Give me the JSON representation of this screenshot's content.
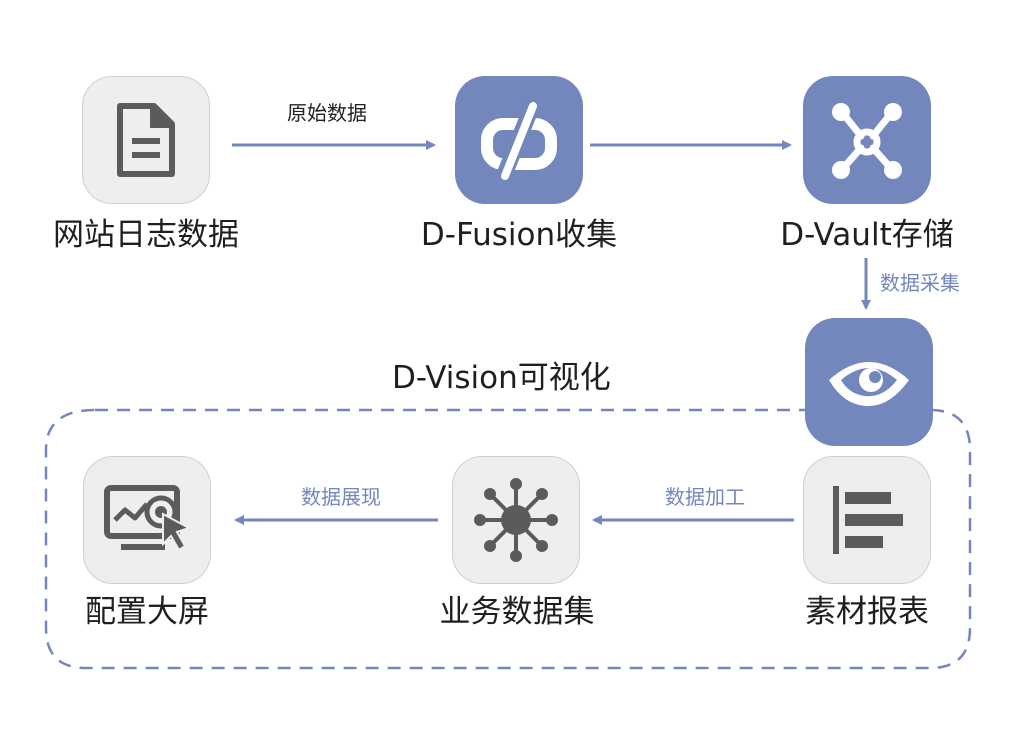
{
  "nodes": {
    "weblog": {
      "label": "网站日志数据",
      "icon": "document-icon"
    },
    "fusion": {
      "label": "D-Fusion收集",
      "icon": "fusion-logo-icon"
    },
    "vault": {
      "label": "D-Vault存储",
      "icon": "vault-logo-icon"
    },
    "vision": {
      "icon": "eye-logo-icon"
    },
    "report": {
      "label": "素材报表",
      "icon": "bar-chart-icon"
    },
    "dataset": {
      "label": "业务数据集",
      "icon": "network-hub-icon"
    },
    "screen": {
      "label": "配置大屏",
      "icon": "monitor-chart-icon"
    }
  },
  "edges": {
    "raw_data": "原始数据",
    "data_collect": "数据采集",
    "data_process": "数据加工",
    "data_display": "数据展现"
  },
  "group": {
    "title": "D-Vision可视化"
  },
  "colors": {
    "accent": "#7387bd",
    "node_gray": "#eeeeee",
    "icon_dark": "#5b5b5b",
    "dashed_border": "#7387bd"
  }
}
